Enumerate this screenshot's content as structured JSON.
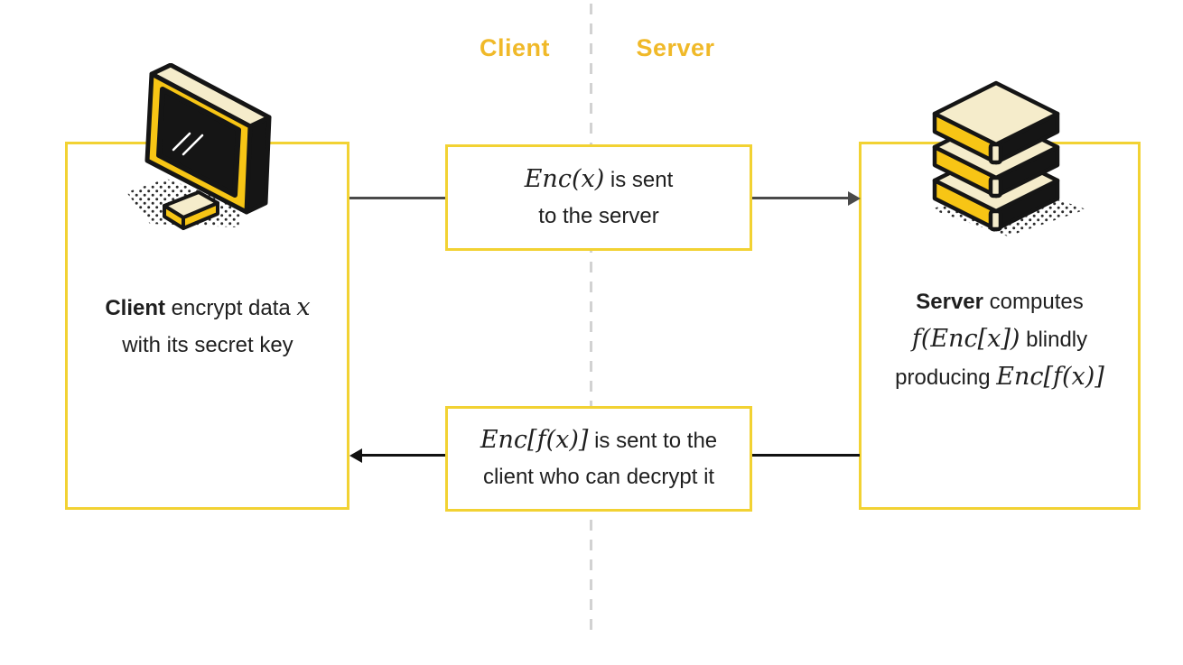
{
  "lanes": {
    "client_label": "Client",
    "server_label": "Server"
  },
  "client_box": {
    "bold": "Client",
    "text_after_bold": " encrypt data ",
    "math": "x",
    "line2": "with its secret key",
    "icon": "computer-monitor-icon"
  },
  "server_box": {
    "bold": "Server",
    "text_after_bold": " computes",
    "line2_math": "f(Enc[x])",
    "line2_text": " blindly",
    "line3_text": "producing ",
    "line3_math": "Enc[f(x)]",
    "icon": "database-stack-icon"
  },
  "top_message_box": {
    "math": "Enc(x)",
    "text_after_math": " is sent",
    "line2": "to the server"
  },
  "bottom_message_box": {
    "math": "Enc[f(x)]",
    "text_after_math": " is sent to the",
    "line2": "client who can decrypt it"
  },
  "arrows": {
    "client_to_server_direction": "right",
    "server_to_client_direction": "left"
  },
  "colors": {
    "accent_yellow": "#F2D233",
    "label_gold": "#F0B929",
    "icon_yellow": "#F7C515",
    "icon_cream": "#F5ECCB",
    "icon_black": "#151515",
    "arrow_dark_gray": "#4a4a4a",
    "arrow_black": "#111111",
    "divider_gray": "#d2d2d2",
    "text_color": "#1f1f1f"
  }
}
